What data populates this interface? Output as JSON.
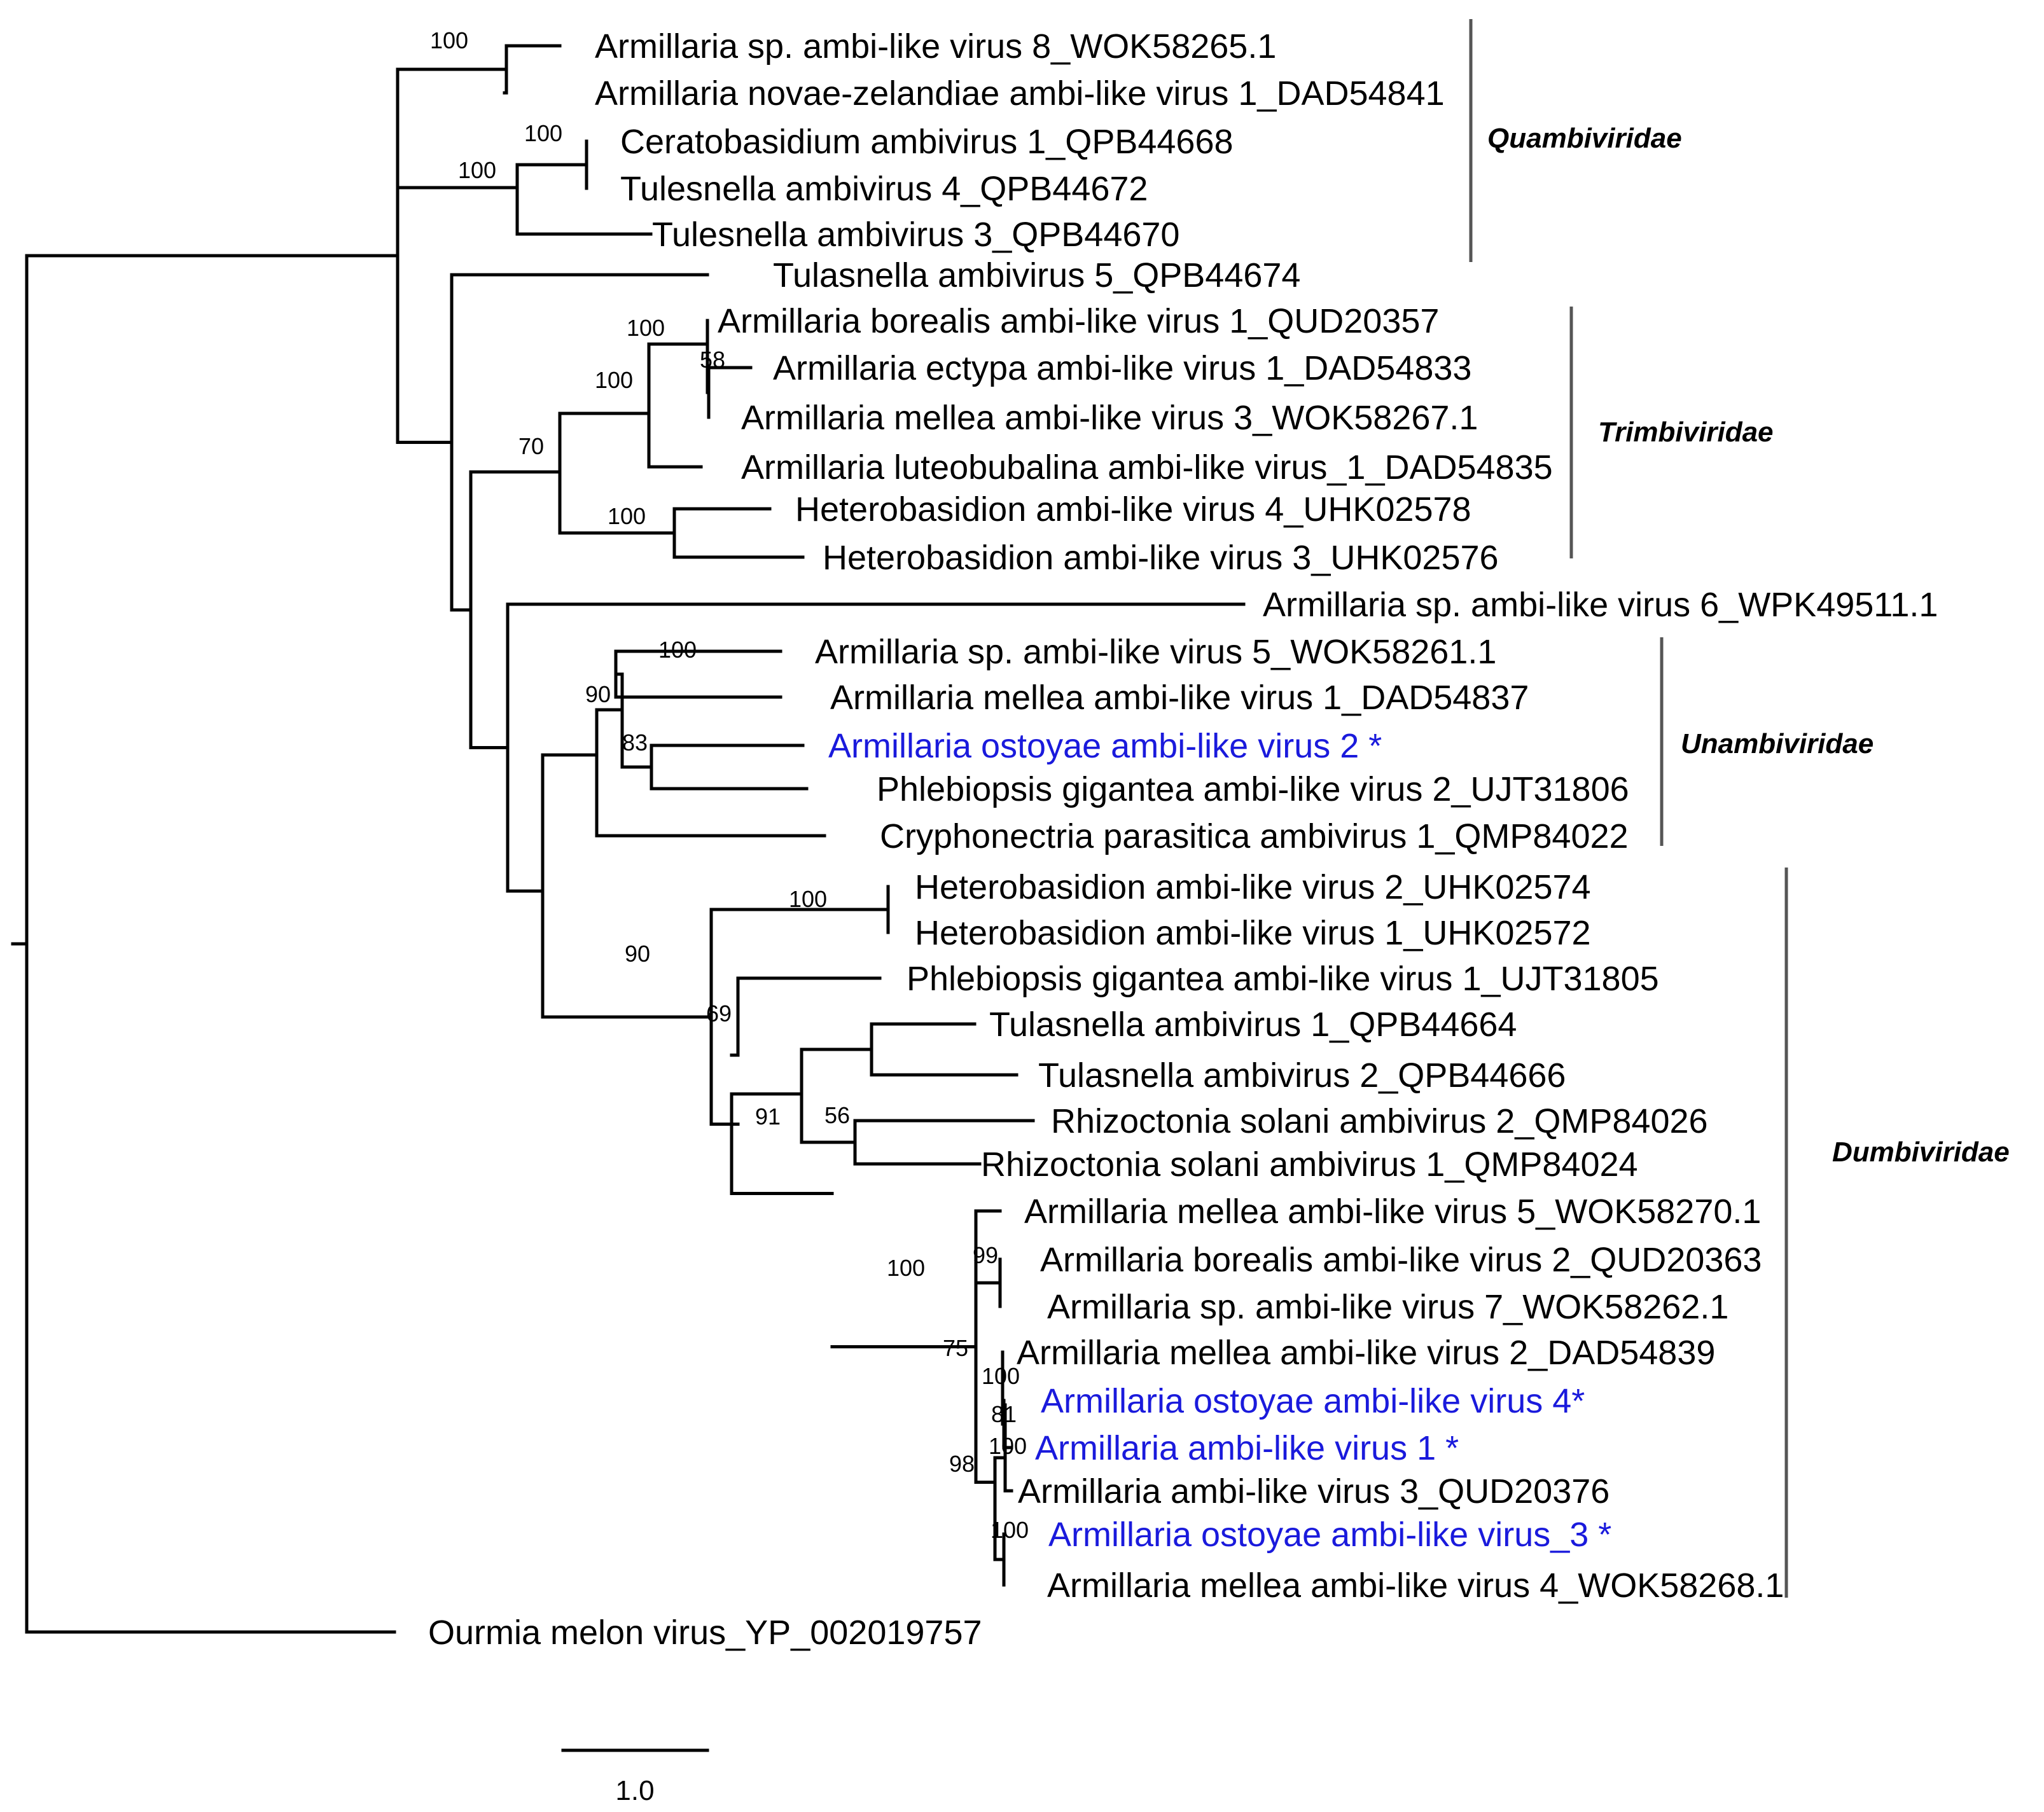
{
  "colors": {
    "default_label": "#000000",
    "highlight_label": "#1a1adc",
    "branch": "#000000",
    "bracket": "#555555"
  },
  "taxa": [
    {
      "id": "t1",
      "label": "Armillaria sp. ambi-like virus 8_WOK58265.1",
      "highlight": false
    },
    {
      "id": "t2",
      "label": "Armillaria novae-zelandiae ambi-like virus 1_DAD54841",
      "highlight": false
    },
    {
      "id": "t3",
      "label": "Ceratobasidium ambivirus 1_QPB44668",
      "highlight": false
    },
    {
      "id": "t4",
      "label": "Tulesnella ambivirus 4_QPB44672",
      "highlight": false
    },
    {
      "id": "t5",
      "label": "Tulesnella ambivirus 3_QPB44670",
      "highlight": false
    },
    {
      "id": "t6",
      "label": "Tulasnella ambivirus 5_QPB44674",
      "highlight": false
    },
    {
      "id": "t7",
      "label": "Armillaria borealis ambi-like virus 1_QUD20357",
      "highlight": false
    },
    {
      "id": "t8",
      "label": "Armillaria ectypa ambi-like virus 1_DAD54833",
      "highlight": false
    },
    {
      "id": "t9",
      "label": "Armillaria mellea ambi-like virus 3_WOK58267.1",
      "highlight": false
    },
    {
      "id": "t10",
      "label": "Armillaria luteobubalina ambi-like virus_1_DAD54835",
      "highlight": false
    },
    {
      "id": "t11",
      "label": "Heterobasidion ambi-like virus 4_UHK02578",
      "highlight": false
    },
    {
      "id": "t12",
      "label": "Heterobasidion ambi-like virus 3_UHK02576",
      "highlight": false
    },
    {
      "id": "t13",
      "label": "Armillaria sp. ambi-like virus 6_WPK49511.1",
      "highlight": false
    },
    {
      "id": "t14",
      "label": "Armillaria sp. ambi-like virus 5_WOK58261.1",
      "highlight": false
    },
    {
      "id": "t15",
      "label": "Armillaria mellea ambi-like virus 1_DAD54837",
      "highlight": false
    },
    {
      "id": "t16",
      "label": "Armillaria ostoyae ambi-like virus 2 *",
      "highlight": true
    },
    {
      "id": "t17",
      "label": "Phlebiopsis gigantea ambi-like virus 2_UJT31806",
      "highlight": false
    },
    {
      "id": "t18",
      "label": "Cryphonectria parasitica ambivirus 1_QMP84022",
      "highlight": false
    },
    {
      "id": "t19",
      "label": "Heterobasidion ambi-like virus 2_UHK02574",
      "highlight": false
    },
    {
      "id": "t20",
      "label": "Heterobasidion ambi-like virus 1_UHK02572",
      "highlight": false
    },
    {
      "id": "t21",
      "label": "Phlebiopsis gigantea ambi-like virus 1_UJT31805",
      "highlight": false
    },
    {
      "id": "t22",
      "label": "Tulasnella ambivirus 1_QPB44664",
      "highlight": false
    },
    {
      "id": "t23",
      "label": "Tulasnella ambivirus 2_QPB44666",
      "highlight": false
    },
    {
      "id": "t24",
      "label": "Rhizoctonia solani ambivirus 2_QMP84026",
      "highlight": false
    },
    {
      "id": "t25",
      "label": "Rhizoctonia solani ambivirus 1_QMP84024",
      "highlight": false
    },
    {
      "id": "t26",
      "label": "Armillaria mellea ambi-like virus 5_WOK58270.1",
      "highlight": false
    },
    {
      "id": "t27",
      "label": "Armillaria borealis ambi-like virus 2_QUD20363",
      "highlight": false
    },
    {
      "id": "t28",
      "label": "Armillaria sp. ambi-like virus 7_WOK58262.1",
      "highlight": false
    },
    {
      "id": "t29",
      "label": "Armillaria mellea ambi-like virus 2_DAD54839",
      "highlight": false
    },
    {
      "id": "t30",
      "label": "Armillaria ostoyae ambi-like virus 4*",
      "highlight": true
    },
    {
      "id": "t31",
      "label": "Armillaria ambi-like virus 1 *",
      "highlight": true
    },
    {
      "id": "t32",
      "label": "Armillaria ambi-like virus 3_QUD20376",
      "highlight": false
    },
    {
      "id": "t33",
      "label": "Armillaria ostoyae ambi-like virus_3 *",
      "highlight": true
    },
    {
      "id": "t34",
      "label": "Armillaria mellea ambi-like virus 4_WOK58268.1",
      "highlight": false
    },
    {
      "id": "t35",
      "label": "Ourmia melon virus_YP_002019757",
      "highlight": false
    }
  ],
  "nodes": [
    {
      "id": "n1",
      "support": "100"
    },
    {
      "id": "n2",
      "support": "100"
    },
    {
      "id": "n3",
      "support": "100"
    },
    {
      "id": "n4",
      "support": "100"
    },
    {
      "id": "n5",
      "support": "58"
    },
    {
      "id": "n6",
      "support": "100"
    },
    {
      "id": "n7",
      "support": "70"
    },
    {
      "id": "n8",
      "support": "100"
    },
    {
      "id": "n9",
      "support": "100"
    },
    {
      "id": "n10",
      "support": "90"
    },
    {
      "id": "n11",
      "support": "83"
    },
    {
      "id": "n12",
      "support": "100"
    },
    {
      "id": "n13",
      "support": "90"
    },
    {
      "id": "n14",
      "support": "69"
    },
    {
      "id": "n15",
      "support": "91"
    },
    {
      "id": "n16",
      "support": "56"
    },
    {
      "id": "n17",
      "support": "100"
    },
    {
      "id": "n18",
      "support": "99"
    },
    {
      "id": "n19",
      "support": "75"
    },
    {
      "id": "n20",
      "support": "100"
    },
    {
      "id": "n21",
      "support": "81"
    },
    {
      "id": "n22",
      "support": "100"
    },
    {
      "id": "n23",
      "support": "98"
    },
    {
      "id": "n24",
      "support": "100"
    }
  ],
  "families": [
    {
      "id": "f1",
      "name": "Quambiviridae"
    },
    {
      "id": "f2",
      "name": "Trimbiviridae"
    },
    {
      "id": "f3",
      "name": "Unambiviridae"
    },
    {
      "id": "f4",
      "name": "Dumbiviridae"
    }
  ],
  "scale_bar": {
    "label": "1.0"
  }
}
